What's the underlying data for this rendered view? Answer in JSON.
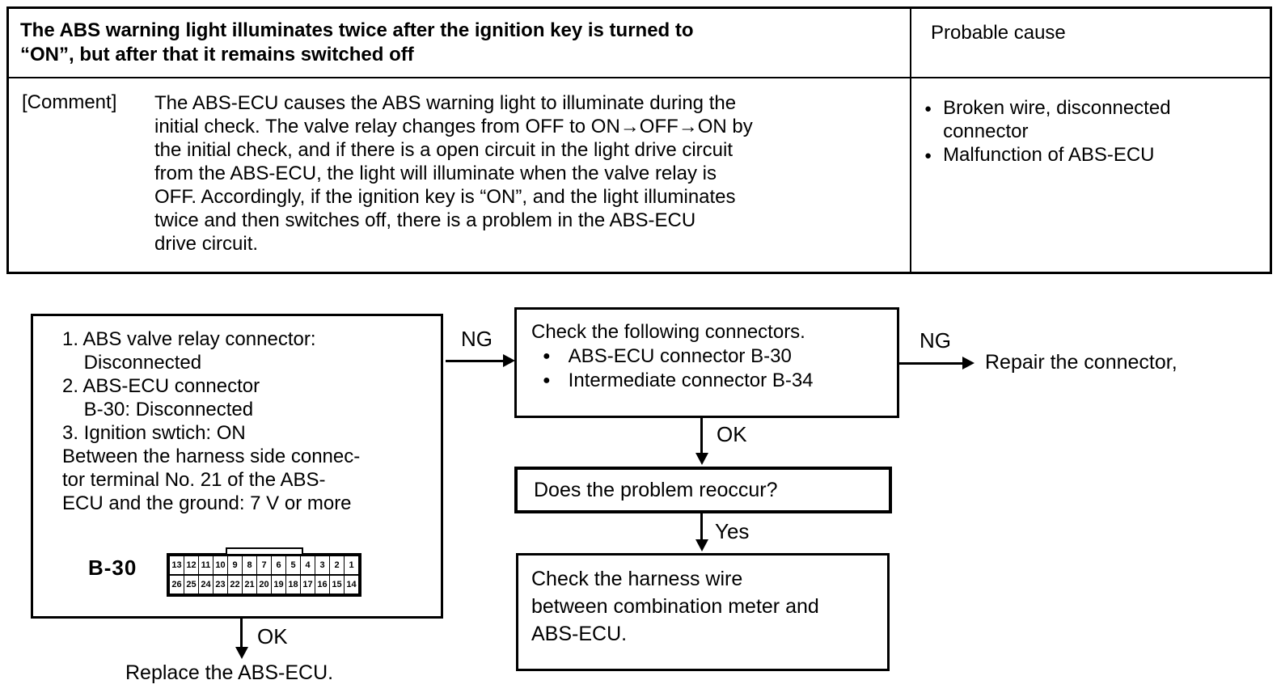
{
  "icons": {
    "bullet": "●"
  },
  "table": {
    "symptom": "The ABS warning light illuminates twice after the ignition key is turned to\n“ON”, but after that it remains switched off",
    "probable_cause_label": "Probable cause",
    "comment_label": "[Comment]",
    "comment_text": "The ABS-ECU causes the ABS warning light to illuminate during the\ninitial check. The valve relay changes from OFF to ON→OFF→ON by\nthe initial check, and if there is a open circuit in the light drive circuit\nfrom the ABS-ECU, the light will illuminate when the valve relay is\nOFF. Accordingly, if the ignition key is “ON”, and the light illuminates\ntwice and then switches off, there is a problem in the ABS-ECU\ndrive circuit.",
    "causes": [
      "Broken wire, disconnected\nconnector",
      "Malfunction of ABS-ECU"
    ]
  },
  "flowchart": {
    "start_box_text": "1. ABS valve relay connector:\n    Disconnected\n2. ABS-ECU connector\n    B-30: Disconnected\n3. Ignition swtich: ON\nBetween the harness side connec-\ntor terminal No. 21 of the ABS-\nECU and the ground: 7 V or more",
    "connector": {
      "label": "B-30",
      "top_pins": [
        "13",
        "12",
        "11",
        "10",
        "9",
        "8",
        "7",
        "6",
        "5",
        "4",
        "3",
        "2",
        "1"
      ],
      "bottom_pins": [
        "26",
        "25",
        "24",
        "23",
        "22",
        "21",
        "20",
        "19",
        "18",
        "17",
        "16",
        "15",
        "14"
      ]
    },
    "check_box": {
      "title": "Check the following connectors.",
      "items": [
        "ABS-ECU connector B-30",
        "Intermediate connector B-34"
      ]
    },
    "reoccur_text": "Does the problem reoccur?",
    "harness_text": "Check the harness wire\nbetween combination meter and\nABS-ECU.",
    "labels": {
      "ng1": "NG",
      "ng2": "NG",
      "ok1": "OK",
      "ok2": "OK",
      "yes": "Yes"
    },
    "repair_text": "Repair the connector,",
    "replace_text": "Replace the ABS-ECU."
  }
}
